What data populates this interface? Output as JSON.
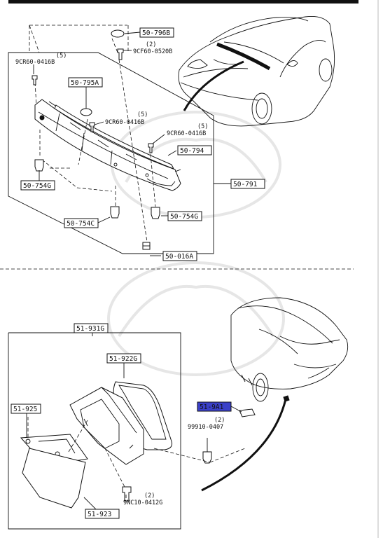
{
  "upper": {
    "callouts": {
      "p50_796B": "50-796B",
      "p9CF60_0520B": "9CF60-0520B",
      "p9CF60_0520B_qty": "(2)",
      "p9CR60_0416B_left": "9CR60-0416B",
      "p9CR60_0416B_left_qty": "(5)",
      "p50_795A": "50-795A",
      "p9CR60_0416B_mid": "9CR60-0416B",
      "p9CR60_0416B_mid_qty": "(5)",
      "p9CR60_0416B_right": "9CR60-0416B",
      "p9CR60_0416B_right_qty": "(5)",
      "p50_794": "50-794",
      "p50_791": "50-791",
      "p50_754G_left": "50-754G",
      "p50_754C": "50-754C",
      "p50_754G_right": "50-754G",
      "p50_016A": "50-016A"
    }
  },
  "lower": {
    "callouts": {
      "p51_931G": "51-931G",
      "p51_922G": "51-922G",
      "p51_925": "51-925",
      "p51_9A1": "51-9A1",
      "p99910_0407": "99910-0407",
      "p99910_0407_qty": "(2)",
      "p9NC10_0412G": "9NC10-0412G",
      "p9NC10_0412G_qty": "(2)",
      "p51_923": "51-923"
    },
    "highlight_color": "#3a40c8"
  }
}
